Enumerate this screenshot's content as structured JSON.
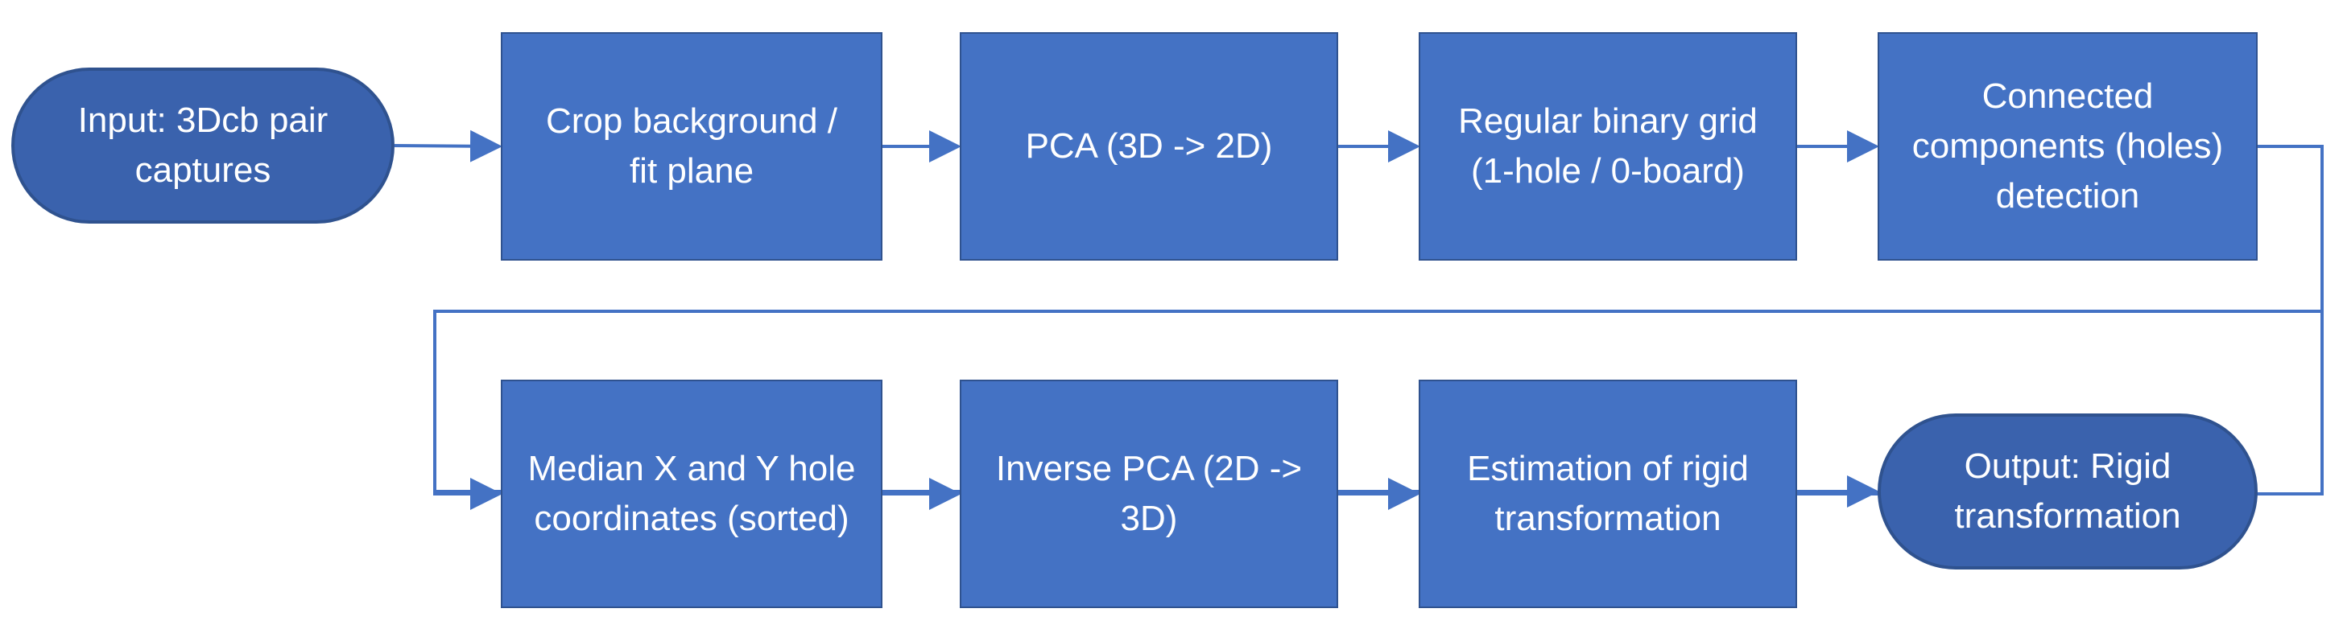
{
  "diagram": {
    "nodes": [
      {
        "id": "input",
        "label": "Input: 3Dcb pair\ncaptures",
        "shape": "terminal"
      },
      {
        "id": "crop",
        "label": "Crop background /\nfit plane",
        "shape": "process"
      },
      {
        "id": "pca",
        "label": "PCA (3D -> 2D)",
        "shape": "process"
      },
      {
        "id": "grid",
        "label": "Regular binary grid\n(1-hole / 0-board)",
        "shape": "process"
      },
      {
        "id": "components",
        "label": "Connected\ncomponents (holes)\ndetection",
        "shape": "process"
      },
      {
        "id": "median",
        "label": "Median X and Y hole\ncoordinates (sorted)",
        "shape": "process"
      },
      {
        "id": "inverse",
        "label": "Inverse PCA (2D ->\n3D)",
        "shape": "process"
      },
      {
        "id": "estimation",
        "label": "Estimation of rigid\ntransformation",
        "shape": "process"
      },
      {
        "id": "output",
        "label": "Output: Rigid\ntransformation",
        "shape": "terminal"
      }
    ],
    "edges": [
      [
        "input",
        "crop"
      ],
      [
        "crop",
        "pca"
      ],
      [
        "pca",
        "grid"
      ],
      [
        "grid",
        "components"
      ],
      [
        "components",
        "median"
      ],
      [
        "median",
        "inverse"
      ],
      [
        "inverse",
        "estimation"
      ],
      [
        "estimation",
        "output"
      ]
    ],
    "colors": {
      "fill": "#4472c4",
      "terminal_fill": "#3a62ad",
      "border": "#2f528f",
      "connector": "#4472c4",
      "text": "#ffffff"
    }
  }
}
